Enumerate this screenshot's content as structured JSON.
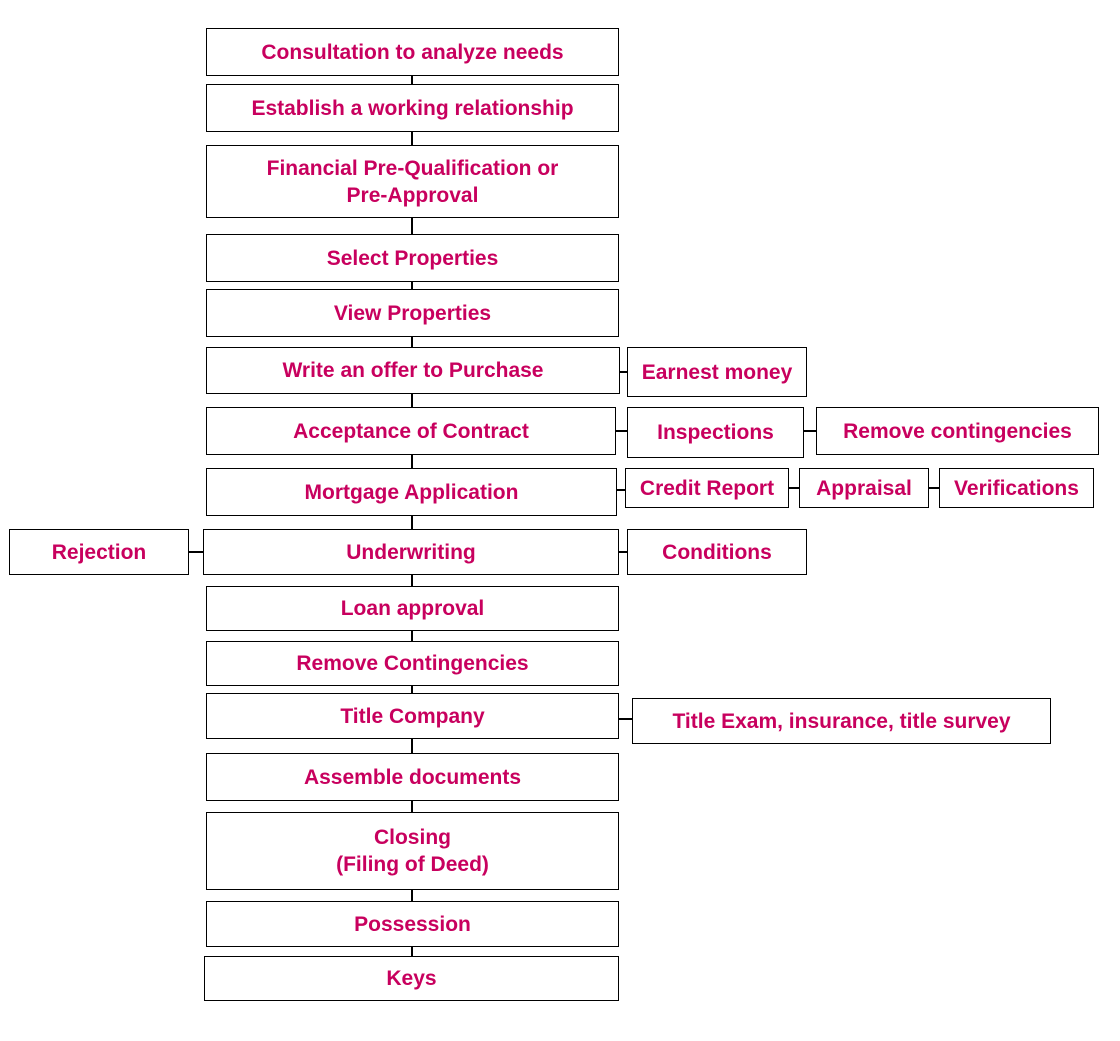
{
  "colors": {
    "text": "#c8005e",
    "border": "#000000",
    "background": "#ffffff"
  },
  "steps": [
    {
      "id": "consultation",
      "label": "Consultation to analyze needs"
    },
    {
      "id": "relationship",
      "label": "Establish a working relationship"
    },
    {
      "id": "prequal",
      "label": "Financial Pre-Qualification or\nPre-Approval"
    },
    {
      "id": "select",
      "label": "Select Properties"
    },
    {
      "id": "view",
      "label": "View Properties"
    },
    {
      "id": "offer",
      "label": "Write an offer to Purchase"
    },
    {
      "id": "acceptance",
      "label": "Acceptance of Contract"
    },
    {
      "id": "mortgage",
      "label": "Mortgage Application"
    },
    {
      "id": "underwriting",
      "label": "Underwriting"
    },
    {
      "id": "approval",
      "label": "Loan approval"
    },
    {
      "id": "remove-cont-main",
      "label": "Remove Contingencies"
    },
    {
      "id": "title",
      "label": "Title Company"
    },
    {
      "id": "assemble",
      "label": "Assemble documents"
    },
    {
      "id": "closing",
      "label": "Closing\n(Filing of Deed)"
    },
    {
      "id": "possession",
      "label": "Possession"
    },
    {
      "id": "keys",
      "label": "Keys"
    }
  ],
  "side_steps": [
    {
      "id": "earnest",
      "label": "Earnest money",
      "attached_to": "offer"
    },
    {
      "id": "inspections",
      "label": "Inspections",
      "attached_to": "acceptance"
    },
    {
      "id": "remove-cont-side",
      "label": "Remove contingencies",
      "attached_to": "inspections"
    },
    {
      "id": "credit",
      "label": "Credit Report",
      "attached_to": "mortgage"
    },
    {
      "id": "appraisal",
      "label": "Appraisal",
      "attached_to": "credit"
    },
    {
      "id": "verifications",
      "label": "Verifications",
      "attached_to": "appraisal"
    },
    {
      "id": "rejection",
      "label": "Rejection",
      "attached_to": "underwriting"
    },
    {
      "id": "conditions",
      "label": "Conditions",
      "attached_to": "underwriting"
    },
    {
      "id": "title-exam",
      "label": "Title Exam, insurance, title survey",
      "attached_to": "title"
    }
  ]
}
